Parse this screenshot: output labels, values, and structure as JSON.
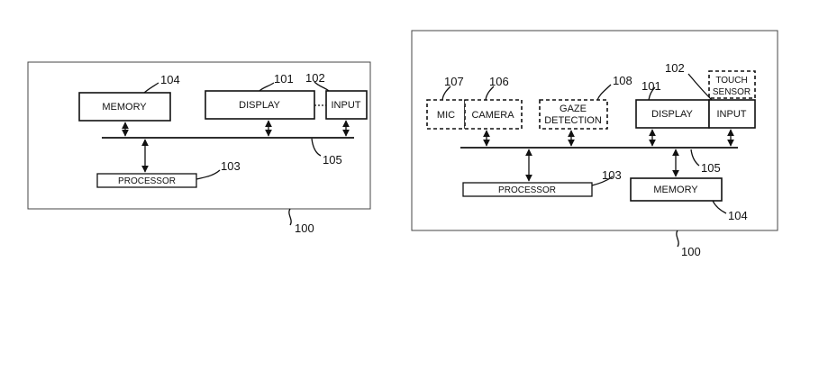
{
  "figure_left": {
    "labels": {
      "memory": "MEMORY",
      "display": "DISPLAY",
      "input": "INPUT",
      "processor": "PROCESSOR"
    },
    "refs": {
      "device": "100",
      "display": "101",
      "input": "102",
      "processor": "103",
      "memory": "104",
      "bus": "105"
    }
  },
  "figure_right": {
    "labels": {
      "mic": "MIC",
      "camera": "CAMERA",
      "gaze_line1": "GAZE",
      "gaze_line2": "DETECTION",
      "display": "DISPLAY",
      "input": "INPUT",
      "touch_line1": "TOUCH",
      "touch_line2": "SENSOR",
      "processor": "PROCESSOR",
      "memory": "MEMORY"
    },
    "refs": {
      "device": "100",
      "display": "101",
      "input": "102",
      "processor": "103",
      "memory": "104",
      "bus": "105",
      "camera": "106",
      "mic": "107",
      "gaze": "108"
    }
  }
}
